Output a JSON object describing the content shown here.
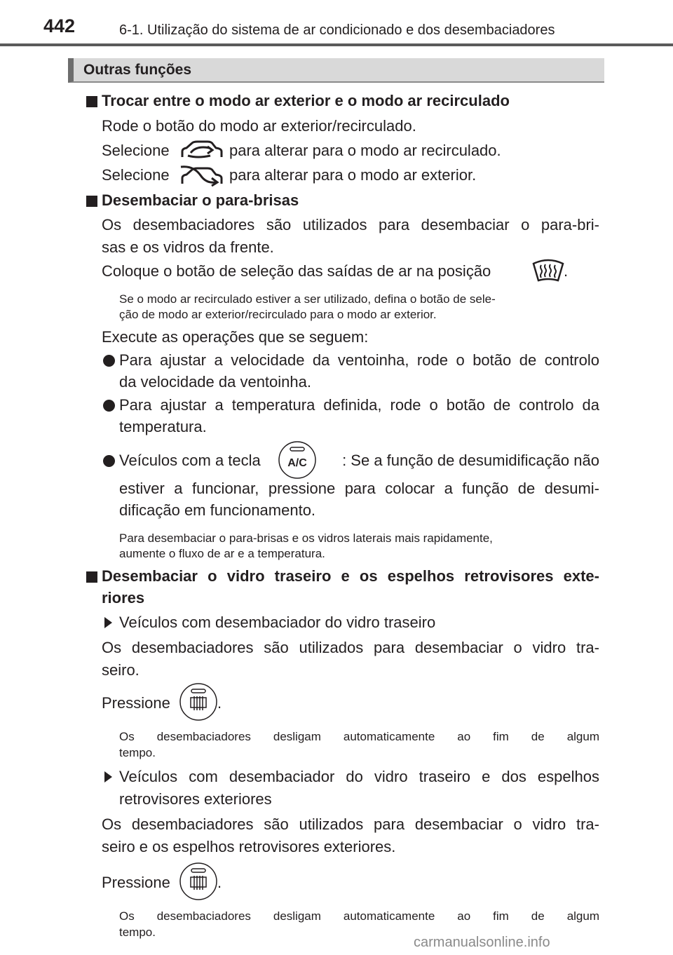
{
  "header": {
    "page_number": "442",
    "chapter": "6-1. Utilização do sistema de ar condicionado e dos desembaciadores"
  },
  "section": {
    "title": "Outras funções"
  },
  "recirc": {
    "heading": "Trocar entre o modo ar exterior e o modo ar recirculado",
    "line1": "Rode o botão do modo ar exterior/recirculado.",
    "sel_prefix": "Selecione",
    "sel1_suffix": "para alterar para o modo ar recirculado.",
    "sel2_suffix": "para alterar para o modo ar exterior."
  },
  "windshield": {
    "heading": "Desembaciar o para-brisas",
    "para1_line1": "Os desembaciadores são utilizados para desembaciar o para-bri-",
    "para1_line2": "sas e os vidros da frente.",
    "position_prefix": "Coloque o botão de seleção das saídas de ar na posição",
    "position_suffix": ".",
    "note1_line1": "Se o modo ar recirculado estiver a ser utilizado, defina o botão de sele-",
    "note1_line2": "ção de modo ar exterior/recirculado para o modo ar exterior.",
    "ops_intro": "Execute as operações que se seguem:",
    "bullet1_line1": "Para ajustar a velocidade da ventoinha, rode o botão de controlo",
    "bullet1_line2": "da velocidade da ventoinha.",
    "bullet2_line1": "Para ajustar a temperatura definida, rode o botão de controlo da",
    "bullet2_line2": "temperatura.",
    "bullet3_prefix": "Veículos com a tecla",
    "bullet3_suffix": ": Se a função de desumidificação não",
    "bullet3_line2": "estiver a funcionar, pressione para colocar a função de desumi-",
    "bullet3_line3": "dificação em funcionamento.",
    "note2_line1": "Para desembaciar o para-brisas e os vidros laterais mais rapidamente,",
    "note2_line2": "aumente o fluxo de ar e a temperatura.",
    "ac_label": "A/C"
  },
  "rear": {
    "heading_line1": "Desembaciar o vidro traseiro e os espelhos retrovisores exte-",
    "heading_line2": "riores",
    "case1": "Veículos com desembaciador do vidro traseiro",
    "case1_para_line1": "Os desembaciadores são utilizados para desembaciar o vidro tra-",
    "case1_para_line2": "seiro.",
    "press": "Pressione",
    "period": ".",
    "auto_off_line1": "Os desembaciadores desligam automaticamente ao fim de algum",
    "auto_off_line2": "tempo.",
    "case2_line1": "Veículos com desembaciador do vidro traseiro e dos espelhos",
    "case2_line2": "retrovisores exteriores",
    "case2_para_line1": "Os desembaciadores são utilizados para desembaciar o vidro tra-",
    "case2_para_line2": "seiro e os espelhos retrovisores exteriores."
  },
  "watermark": "carmanualsonline.info",
  "icons": [
    "recirculated-air-icon",
    "outside-air-icon",
    "windshield-defrost-icon",
    "ac-button-icon",
    "rear-defrost-button-icon"
  ]
}
